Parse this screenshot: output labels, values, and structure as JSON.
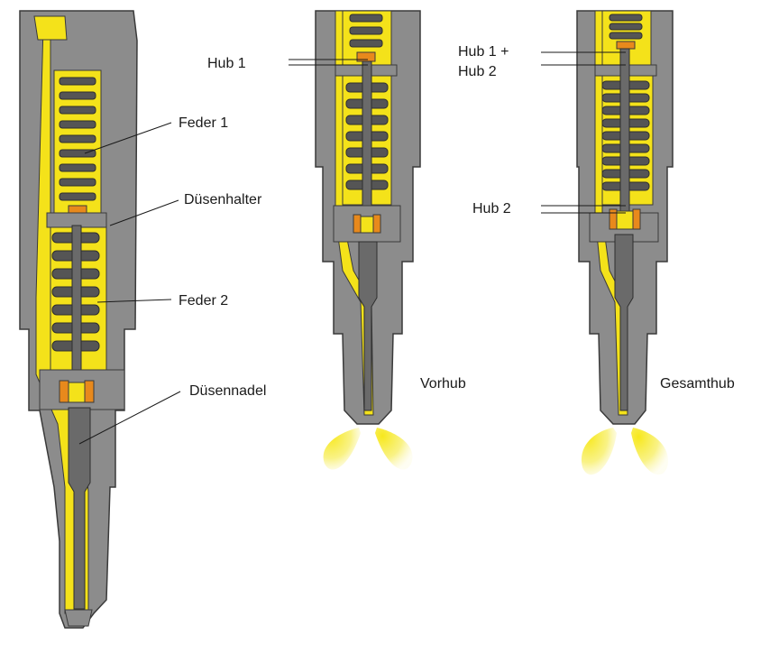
{
  "labels": {
    "feder1": "Feder 1",
    "duesenhalter": "Düsenhalter",
    "feder2": "Feder 2",
    "duesennadel": "Düsennadel",
    "hub1": "Hub 1",
    "hub1plus": "Hub 1 +",
    "hub2a": "Hub 2",
    "hub2b": "Hub 2",
    "vorhub": "Vorhub",
    "gesamthub": "Gesamthub"
  },
  "colors": {
    "housing": "#8c8c8c",
    "housing_outline": "#3a3a3a",
    "fuel": "#f4e21a",
    "spring": "#555555",
    "spring_dark": "#2e2e2e",
    "seat": "#e8891c",
    "spray": "#f7ec3c",
    "leader": "#1a1a1a"
  }
}
